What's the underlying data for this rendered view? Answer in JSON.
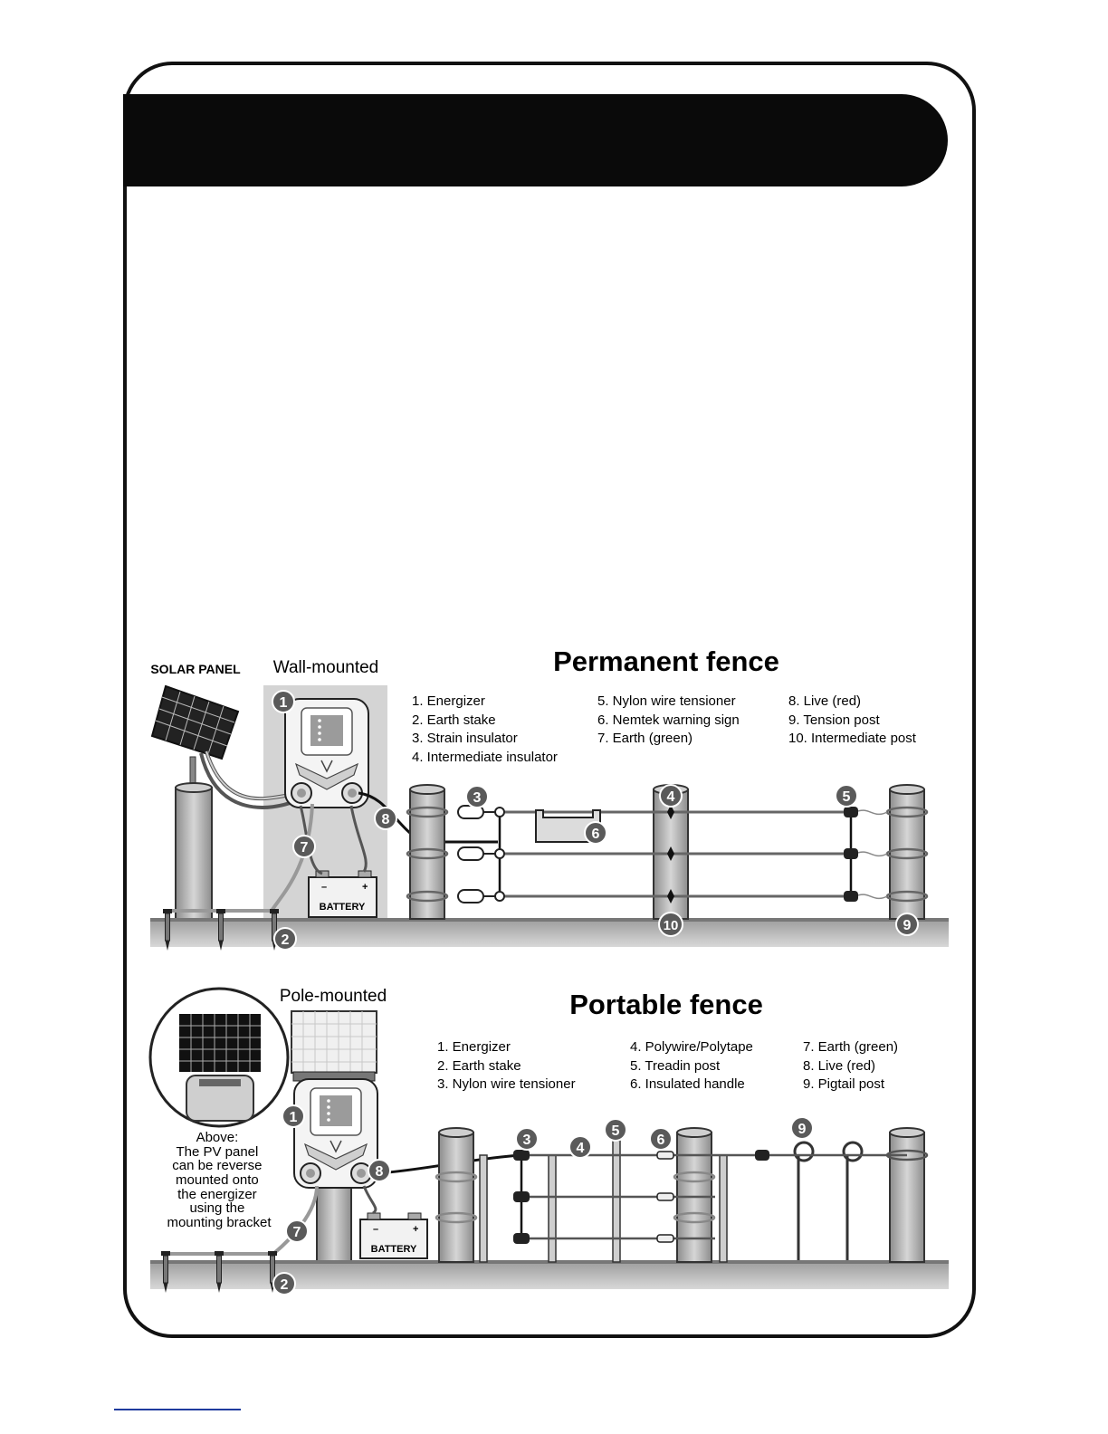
{
  "permanent": {
    "title": "Permanent fence",
    "solar_label": "SOLAR PANEL",
    "mount_label": "Wall-mounted",
    "battery_label": "BATTERY",
    "legend": [
      "1. Energizer",
      "2. Earth stake",
      "3. Strain insulator",
      "4. Intermediate insulator",
      "5. Nylon wire tensioner",
      "6. Nemtek warning sign",
      "7. Earth (green)",
      "8. Live (red)",
      "9. Tension post",
      "10. Intermediate post"
    ],
    "callouts": [
      "1",
      "2",
      "3",
      "4",
      "5",
      "6",
      "7",
      "8",
      "9",
      "10"
    ]
  },
  "portable": {
    "title": "Portable fence",
    "mount_label": "Pole-mounted",
    "battery_label": "BATTERY",
    "note": [
      "Above:",
      "The PV panel",
      "can be reverse",
      "mounted onto",
      "the energizer",
      "using the",
      "mounting bracket"
    ],
    "legend": [
      "1. Energizer",
      "2. Earth stake",
      "3. Nylon wire tensioner",
      "4. Polywire/Polytape",
      "5. Treadin post",
      "6. Insulated handle",
      "7. Earth (green)",
      "8. Live (red)",
      "9. Pigtail post"
    ],
    "callouts": [
      "1",
      "2",
      "3",
      "4",
      "5",
      "6",
      "7",
      "8",
      "9"
    ]
  },
  "colors": {
    "header": "#0a0a0a",
    "ground": "#8f8f8f",
    "post": "#b9b9b9",
    "wall": "#d4d4d4",
    "callout": "#5a5a5a"
  }
}
